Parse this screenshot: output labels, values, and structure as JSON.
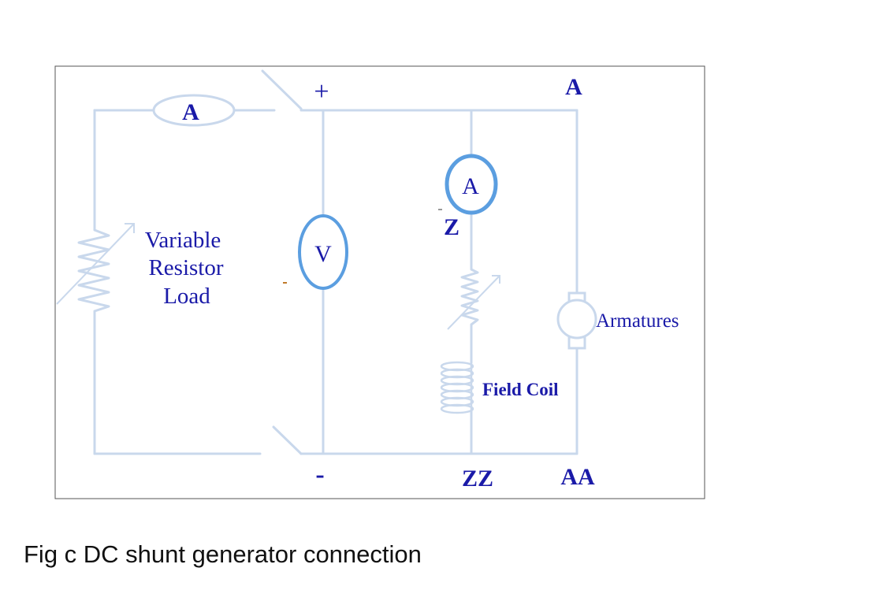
{
  "colors": {
    "wire": "#c9d8ec",
    "meter_ring": "#5b9ee0",
    "label": "#1a1aa8",
    "frame": "#555555"
  },
  "labels": {
    "plus": "+",
    "minus": "-",
    "terminal_a": "A",
    "terminal_aa": "AA",
    "terminal_z": "Z",
    "terminal_zz": "ZZ",
    "load_ammeter": "A",
    "field_ammeter": "A",
    "voltmeter": "V",
    "variable_resistor_line1": "Variable",
    "variable_resistor_line2": "Resistor",
    "variable_resistor_line3": "Load",
    "field_coil": "Field Coil",
    "armatures": "Armatures"
  },
  "caption": "Fig c DC shunt generator connection",
  "icons": [
    "ammeter-icon",
    "voltmeter-icon",
    "rheostat-icon",
    "field-coil-icon",
    "armature-icon",
    "switch-icon"
  ]
}
